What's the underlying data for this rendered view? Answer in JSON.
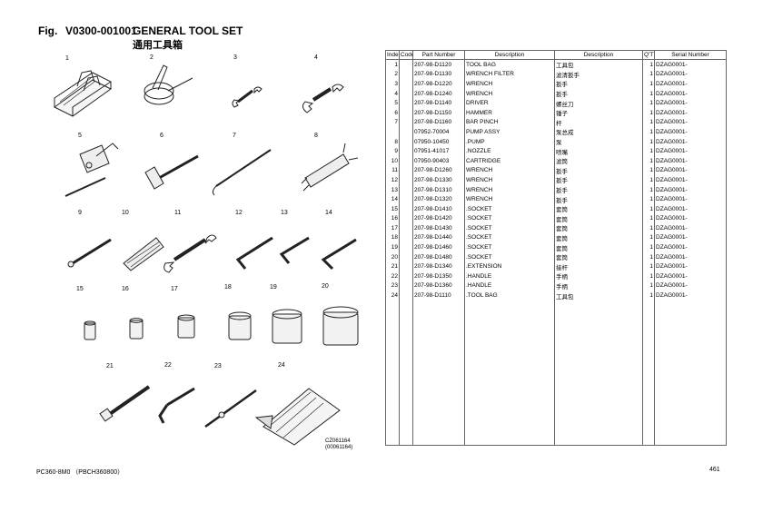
{
  "header": {
    "fig_label": "Fig.",
    "fig_code": "V0300-001001",
    "title": "GENERAL TOOL SET",
    "title_cn": "通用工具箱"
  },
  "footer": {
    "model": "PC360-8M0 （PBCH360800）",
    "page": "461"
  },
  "figure_ref": {
    "line1": "CZ061164",
    "line2": "(00061164)"
  },
  "callouts": [
    "1",
    "2",
    "3",
    "4",
    "5",
    "6",
    "7",
    "8",
    "9",
    "10",
    "11",
    "12",
    "13",
    "14",
    "15",
    "16",
    "17",
    "18",
    "19",
    "20",
    "21",
    "22",
    "23",
    "24"
  ],
  "table": {
    "headers": {
      "index": "Index",
      "code": "Code",
      "part_number": "Part Number",
      "description": "Description",
      "description_local": "Description",
      "qty": "Q'TY",
      "serial": "Serial Number"
    },
    "rows": [
      {
        "index": "1",
        "code": "",
        "part": "207-98-D1120",
        "desc": "TOOL BAG",
        "desc_local": "工具包",
        "qty": "1",
        "serial": "DZAG0001-"
      },
      {
        "index": "2",
        "code": "",
        "part": "207-98-D1130",
        "desc": "WRENCH FILTER",
        "desc_local": "滤清扳手",
        "qty": "1",
        "serial": "DZAG0001-"
      },
      {
        "index": "3",
        "code": "",
        "part": "207-98-D1220",
        "desc": "WRENCH",
        "desc_local": "扳手",
        "qty": "1",
        "serial": "DZAG0001-"
      },
      {
        "index": "4",
        "code": "",
        "part": "207-98-D1240",
        "desc": "WRENCH",
        "desc_local": "扳手",
        "qty": "1",
        "serial": "DZAG0001-"
      },
      {
        "index": "5",
        "code": "",
        "part": "207-98-D1140",
        "desc": "DRIVER",
        "desc_local": "螺丝刀",
        "qty": "1",
        "serial": "DZAG0001-"
      },
      {
        "index": "6",
        "code": "",
        "part": "207-98-D1150",
        "desc": "HAMMER",
        "desc_local": "锤子",
        "qty": "1",
        "serial": "DZAG0001-"
      },
      {
        "index": "7",
        "code": "",
        "part": "207-98-D1160",
        "desc": "BAR PINCH",
        "desc_local": "杆",
        "qty": "1",
        "serial": "DZAG0001-"
      },
      {
        "index": "",
        "code": "",
        "part": "07952-70004",
        "desc": "PUMP ASSY",
        "desc_local": "泵总成",
        "qty": "1",
        "serial": "DZAG0001-"
      },
      {
        "index": "8",
        "code": "",
        "part": "07950-10450",
        "desc": ".PUMP",
        "desc_local": "泵",
        "qty": "1",
        "serial": "DZAG0001-"
      },
      {
        "index": "9",
        "code": "",
        "part": "07951-41017",
        "desc": ".NOZZLE",
        "desc_local": "喷嘴",
        "qty": "1",
        "serial": "DZAG0001-"
      },
      {
        "index": "10",
        "code": "",
        "part": "07950-90403",
        "desc": "CARTRIDGE",
        "desc_local": "滤筒",
        "qty": "1",
        "serial": "DZAG0001-"
      },
      {
        "index": "11",
        "code": "",
        "part": "207-98-D1260",
        "desc": "WRENCH",
        "desc_local": "扳手",
        "qty": "1",
        "serial": "DZAG0001-"
      },
      {
        "index": "12",
        "code": "",
        "part": "207-98-D1330",
        "desc": "WRENCH",
        "desc_local": "扳手",
        "qty": "1",
        "serial": "DZAG0001-"
      },
      {
        "index": "13",
        "code": "",
        "part": "207-98-D1310",
        "desc": "WRENCH",
        "desc_local": "扳手",
        "qty": "1",
        "serial": "DZAG0001-"
      },
      {
        "index": "14",
        "code": "",
        "part": "207-98-D1320",
        "desc": "WRENCH",
        "desc_local": "扳手",
        "qty": "1",
        "serial": "DZAG0001-"
      },
      {
        "index": "15",
        "code": "",
        "part": "207-98-D1410",
        "desc": ".SOCKET",
        "desc_local": "套筒",
        "qty": "1",
        "serial": "DZAG0001-"
      },
      {
        "index": "16",
        "code": "",
        "part": "207-98-D1420",
        "desc": ".SOCKET",
        "desc_local": "套筒",
        "qty": "1",
        "serial": "DZAG0001-"
      },
      {
        "index": "17",
        "code": "",
        "part": "207-98-D1430",
        "desc": ".SOCKET",
        "desc_local": "套筒",
        "qty": "1",
        "serial": "DZAG0001-"
      },
      {
        "index": "18",
        "code": "",
        "part": "207-98-D1440",
        "desc": ".SOCKET",
        "desc_local": "套筒",
        "qty": "1",
        "serial": "DZAG0001-"
      },
      {
        "index": "19",
        "code": "",
        "part": "207-98-D1460",
        "desc": ".SOCKET",
        "desc_local": "套筒",
        "qty": "1",
        "serial": "DZAG0001-"
      },
      {
        "index": "20",
        "code": "",
        "part": "207-98-D1480",
        "desc": ".SOCKET",
        "desc_local": "套筒",
        "qty": "1",
        "serial": "DZAG0001-"
      },
      {
        "index": "21",
        "code": "",
        "part": "207-98-D1340",
        "desc": ".EXTENSION",
        "desc_local": "接杆",
        "qty": "1",
        "serial": "DZAG0001-"
      },
      {
        "index": "22",
        "code": "",
        "part": "207-98-D1350",
        "desc": ".HANDLE",
        "desc_local": "手柄",
        "qty": "1",
        "serial": "DZAG0001-"
      },
      {
        "index": "23",
        "code": "",
        "part": "207-98-D1360",
        "desc": ".HANDLE",
        "desc_local": "手柄",
        "qty": "1",
        "serial": "DZAG0001-"
      },
      {
        "index": "24",
        "code": "",
        "part": "207-98-D1110",
        "desc": ".TOOL BAG",
        "desc_local": "工具包",
        "qty": "1",
        "serial": "DZAG0001-"
      }
    ],
    "empty_rows": 15
  }
}
